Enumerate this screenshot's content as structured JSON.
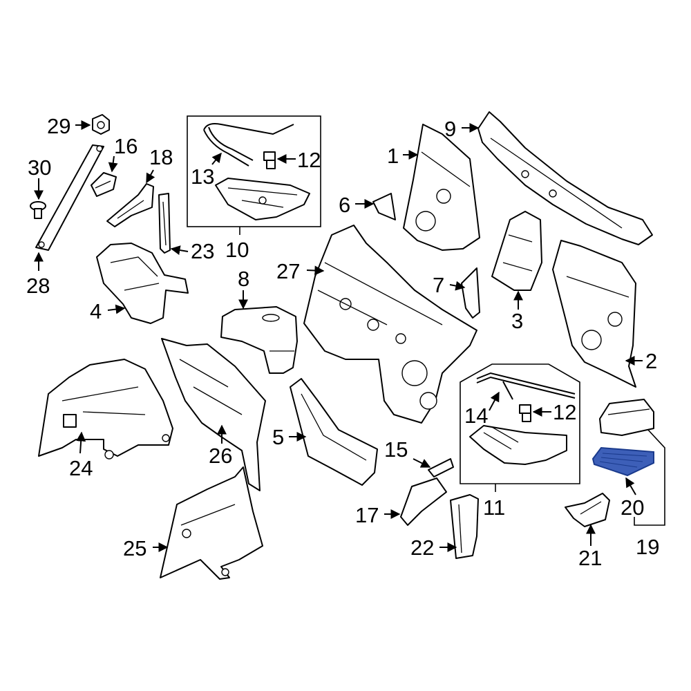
{
  "diagram": {
    "labels": {
      "l1": "1",
      "l2": "2",
      "l3": "3",
      "l4": "4",
      "l5": "5",
      "l6": "6",
      "l7": "7",
      "l8": "8",
      "l9": "9",
      "l10": "10",
      "l11": "11",
      "l12a": "12",
      "l12b": "12",
      "l13": "13",
      "l14": "14",
      "l15": "15",
      "l16": "16",
      "l17": "17",
      "l18": "18",
      "l19": "19",
      "l20": "20",
      "l21": "21",
      "l22": "22",
      "l23": "23",
      "l24": "24",
      "l25": "25",
      "l26": "26",
      "l27": "27",
      "l28": "28",
      "l29": "29",
      "l30": "30"
    },
    "colors": {
      "line": "#000000",
      "highlight_fill": "#3d5fb8",
      "highlight_stroke": "#1a3a8c",
      "background": "#ffffff"
    },
    "highlighted_part": "20"
  }
}
